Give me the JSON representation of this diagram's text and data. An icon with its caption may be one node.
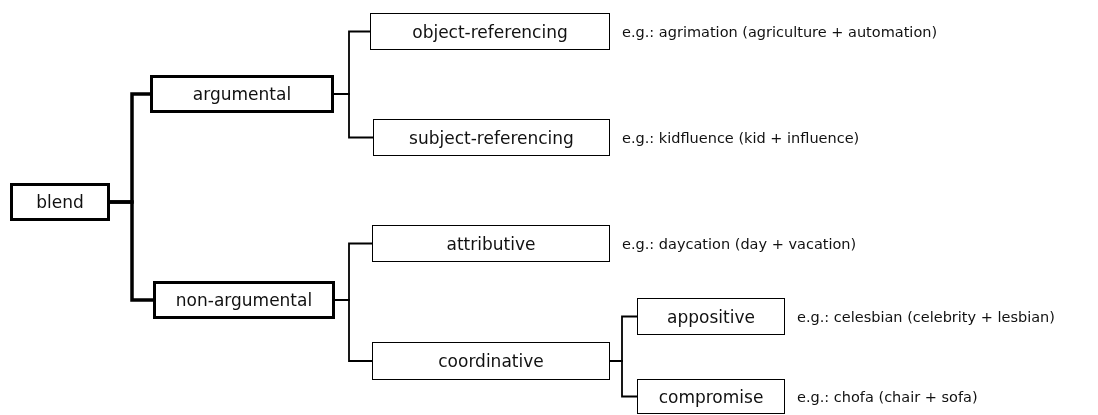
{
  "diagram": {
    "nodes": [
      {
        "text": [
          "blend"
        ]
      },
      {
        "text": [
          "argumental"
        ]
      },
      {
        "text": [
          "non-argumental"
        ]
      },
      {
        "text": [
          "object-referencing"
        ],
        "beside": [
          "e.g.: agrimation (agriculture + automation)"
        ]
      },
      {
        "text": [
          "subject-referencing"
        ],
        "beside": [
          "e.g.: kidfluence (kid + influence)"
        ]
      },
      {
        "text": [
          "attributive"
        ],
        "beside": [
          "e.g.: daycation (day + vacation)"
        ]
      },
      {
        "text": [
          "coordinative"
        ]
      },
      {
        "text": [
          "appositive"
        ],
        "beside": [
          "e.g.: celesbian (celebrity + lesbian)"
        ]
      },
      {
        "text": [
          "compromise"
        ],
        "beside": [
          "e.g.: chofa (chair + sofa)"
        ]
      }
    ],
    "edges": [
      {
        "from": 0,
        "to": 1,
        "arrow": "none",
        "style": "thick"
      },
      {
        "from": 0,
        "to": 2,
        "arrow": "none",
        "style": "thick"
      },
      {
        "from": 1,
        "to": 3,
        "arrow": "none"
      },
      {
        "from": 1,
        "to": 4,
        "arrow": "none"
      },
      {
        "from": 2,
        "to": 5,
        "arrow": "none"
      },
      {
        "from": 2,
        "to": 6,
        "arrow": "none"
      },
      {
        "from": 6,
        "to": 7,
        "arrow": "none"
      },
      {
        "from": 6,
        "to": 8,
        "arrow": "none"
      }
    ]
  }
}
